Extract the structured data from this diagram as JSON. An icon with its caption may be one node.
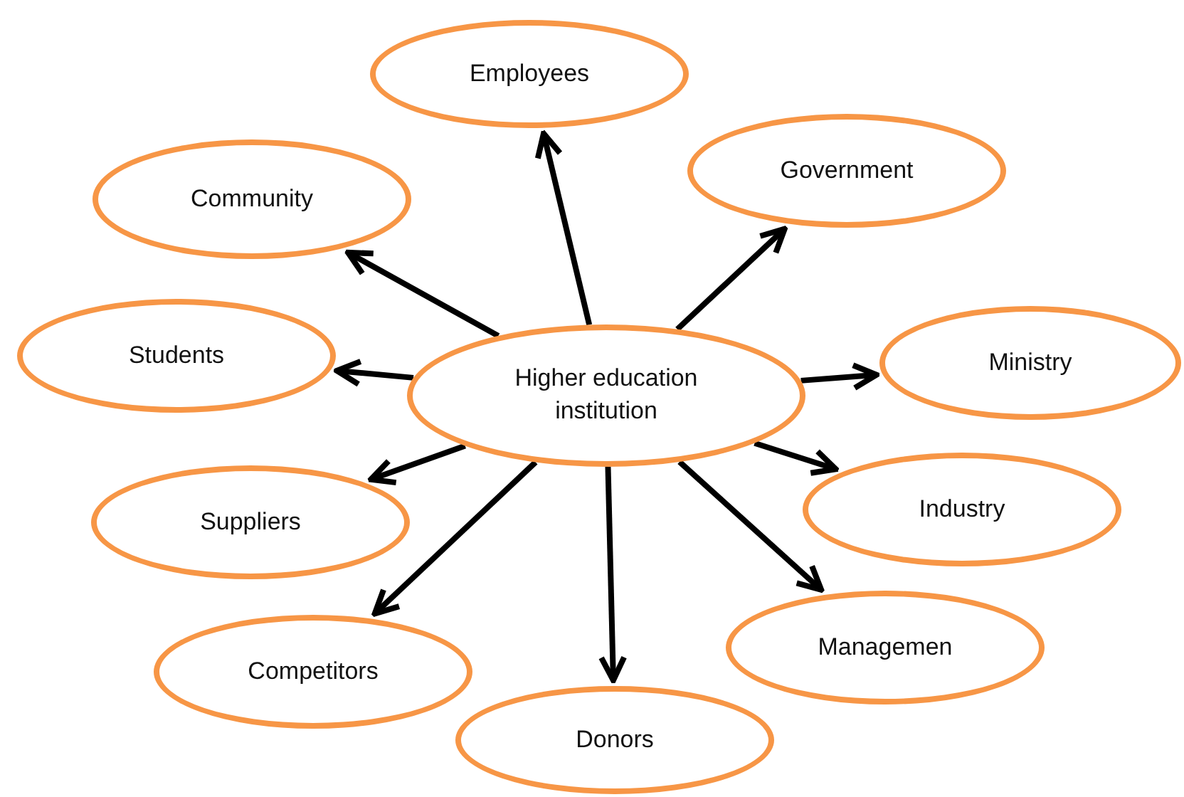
{
  "diagram": {
    "nodes": [
      {
        "text": [
          "Higher education institution"
        ]
      },
      {
        "text": [
          "Employees"
        ]
      },
      {
        "text": [
          "Government"
        ]
      },
      {
        "text": [
          "Community"
        ]
      },
      {
        "text": [
          "Students"
        ]
      },
      {
        "text": [
          "Ministry"
        ]
      },
      {
        "text": [
          "Industry"
        ]
      },
      {
        "text": [
          "Suppliers"
        ]
      },
      {
        "text": [
          "Managemen"
        ]
      },
      {
        "text": [
          "Competitors"
        ]
      },
      {
        "text": [
          "Donors"
        ]
      }
    ],
    "edges": [
      {
        "from": 0,
        "to": 1,
        "arrow": "to"
      },
      {
        "from": 0,
        "to": 2,
        "arrow": "to"
      },
      {
        "from": 0,
        "to": 3,
        "arrow": "to"
      },
      {
        "from": 0,
        "to": 4,
        "arrow": "to"
      },
      {
        "from": 0,
        "to": 5,
        "arrow": "to"
      },
      {
        "from": 0,
        "to": 6,
        "arrow": "to"
      },
      {
        "from": 0,
        "to": 7,
        "arrow": "to"
      },
      {
        "from": 0,
        "to": 8,
        "arrow": "to"
      },
      {
        "from": 0,
        "to": 9,
        "arrow": "to"
      },
      {
        "from": 0,
        "to": 10,
        "arrow": "to"
      }
    ]
  }
}
